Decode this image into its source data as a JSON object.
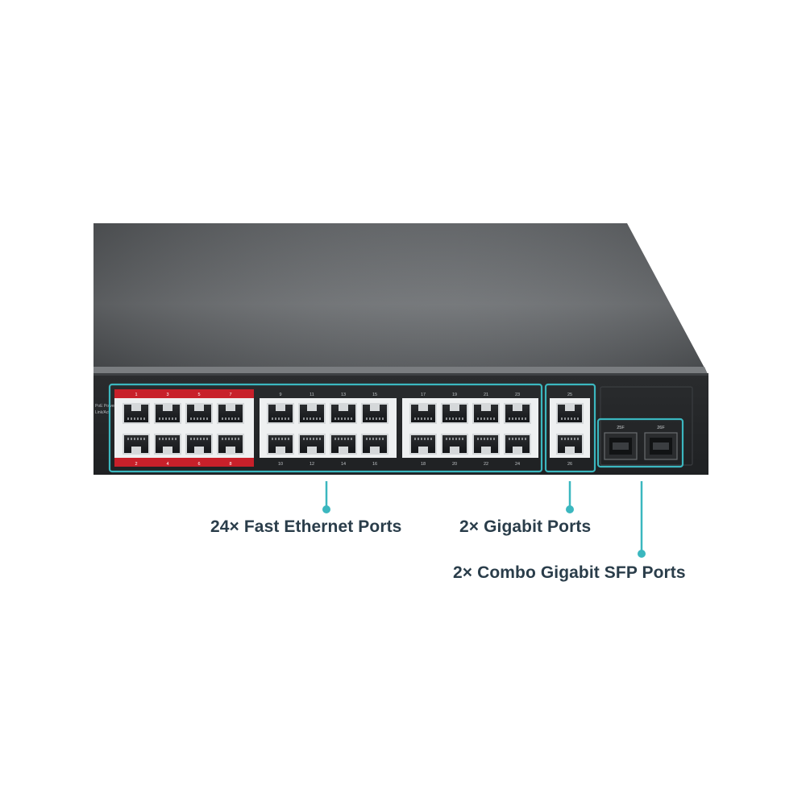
{
  "callouts": {
    "fast_ethernet": "24× Fast Ethernet Ports",
    "gigabit": "2× Gigabit Ports",
    "combo_sfp": "2× Combo Gigabit SFP Ports"
  },
  "panel_text": {
    "line1": "PoE Power",
    "line2": "Link/Act"
  },
  "port_numbers": {
    "fast_top": [
      "1",
      "3",
      "5",
      "7",
      "9",
      "11",
      "13",
      "15",
      "17",
      "19",
      "21",
      "23"
    ],
    "fast_bottom": [
      "2",
      "4",
      "6",
      "8",
      "10",
      "12",
      "14",
      "16",
      "18",
      "20",
      "22",
      "24"
    ],
    "gigabit_top": "25",
    "gigabit_bottom": "26",
    "sfp": [
      "25F",
      "26F"
    ]
  },
  "colors": {
    "accent": "#3bb7bf",
    "chassis": "#3c3f42",
    "poe_red": "#c8202a",
    "label_text": "#2a3d4a"
  }
}
